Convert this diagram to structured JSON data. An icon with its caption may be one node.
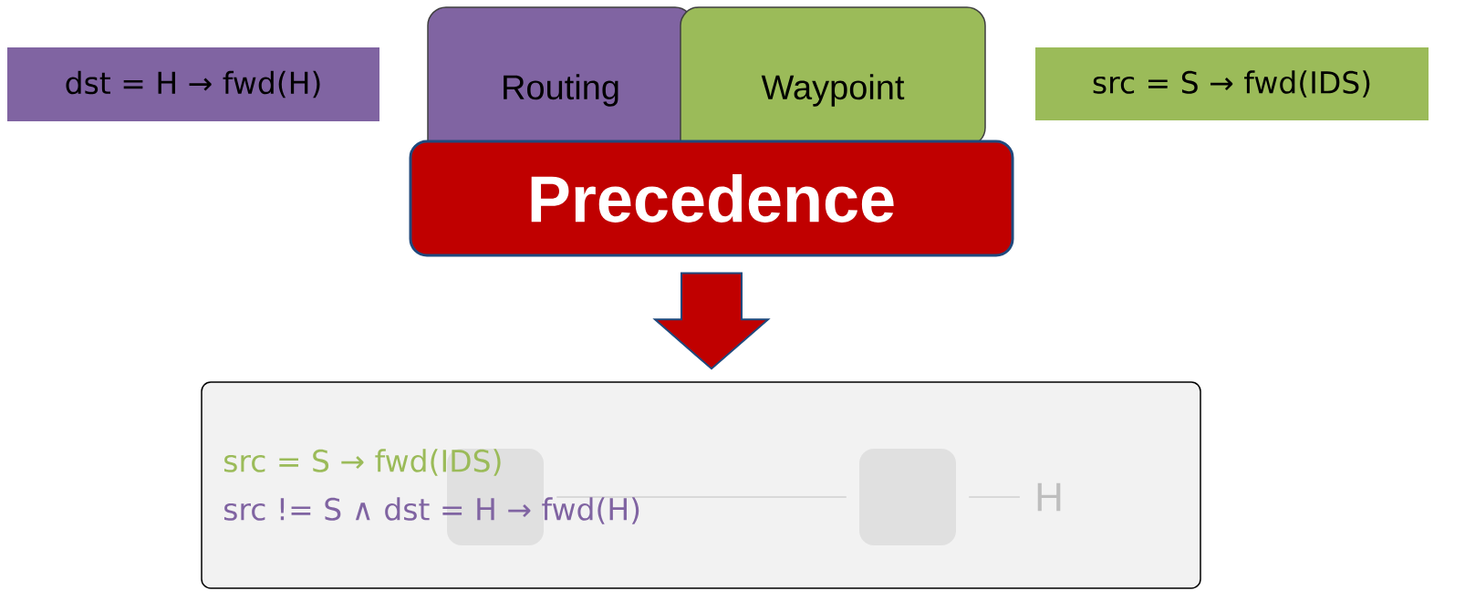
{
  "diagram": {
    "nodes": [
      {
        "text": [
          "dst = H → fwd(H)"
        ]
      },
      {
        "text": [
          "Routing"
        ]
      },
      {
        "text": [
          "Waypoint"
        ]
      },
      {
        "text": [
          "src = S → fwd(IDS)"
        ]
      },
      {
        "text": [
          "Precedence"
        ]
      },
      {
        "text": [
          "src = S → fwd(IDS)",
          "src != S ∧ dst = H → fwd(H)"
        ]
      },
      {
        "text": [],
        "shape": "box",
        "in": 5
      },
      {
        "text": [],
        "shape": "box",
        "in": 5
      },
      {
        "text": [
          "H"
        ],
        "in": 5
      }
    ],
    "edges": [
      {
        "from": 4,
        "to": 5,
        "arrow": "to",
        "style": "thick",
        "color": "#c00000"
      },
      {
        "from": 6,
        "to": 7,
        "arrow": "none"
      },
      {
        "from": 7,
        "to": 8,
        "arrow": "none"
      }
    ]
  }
}
